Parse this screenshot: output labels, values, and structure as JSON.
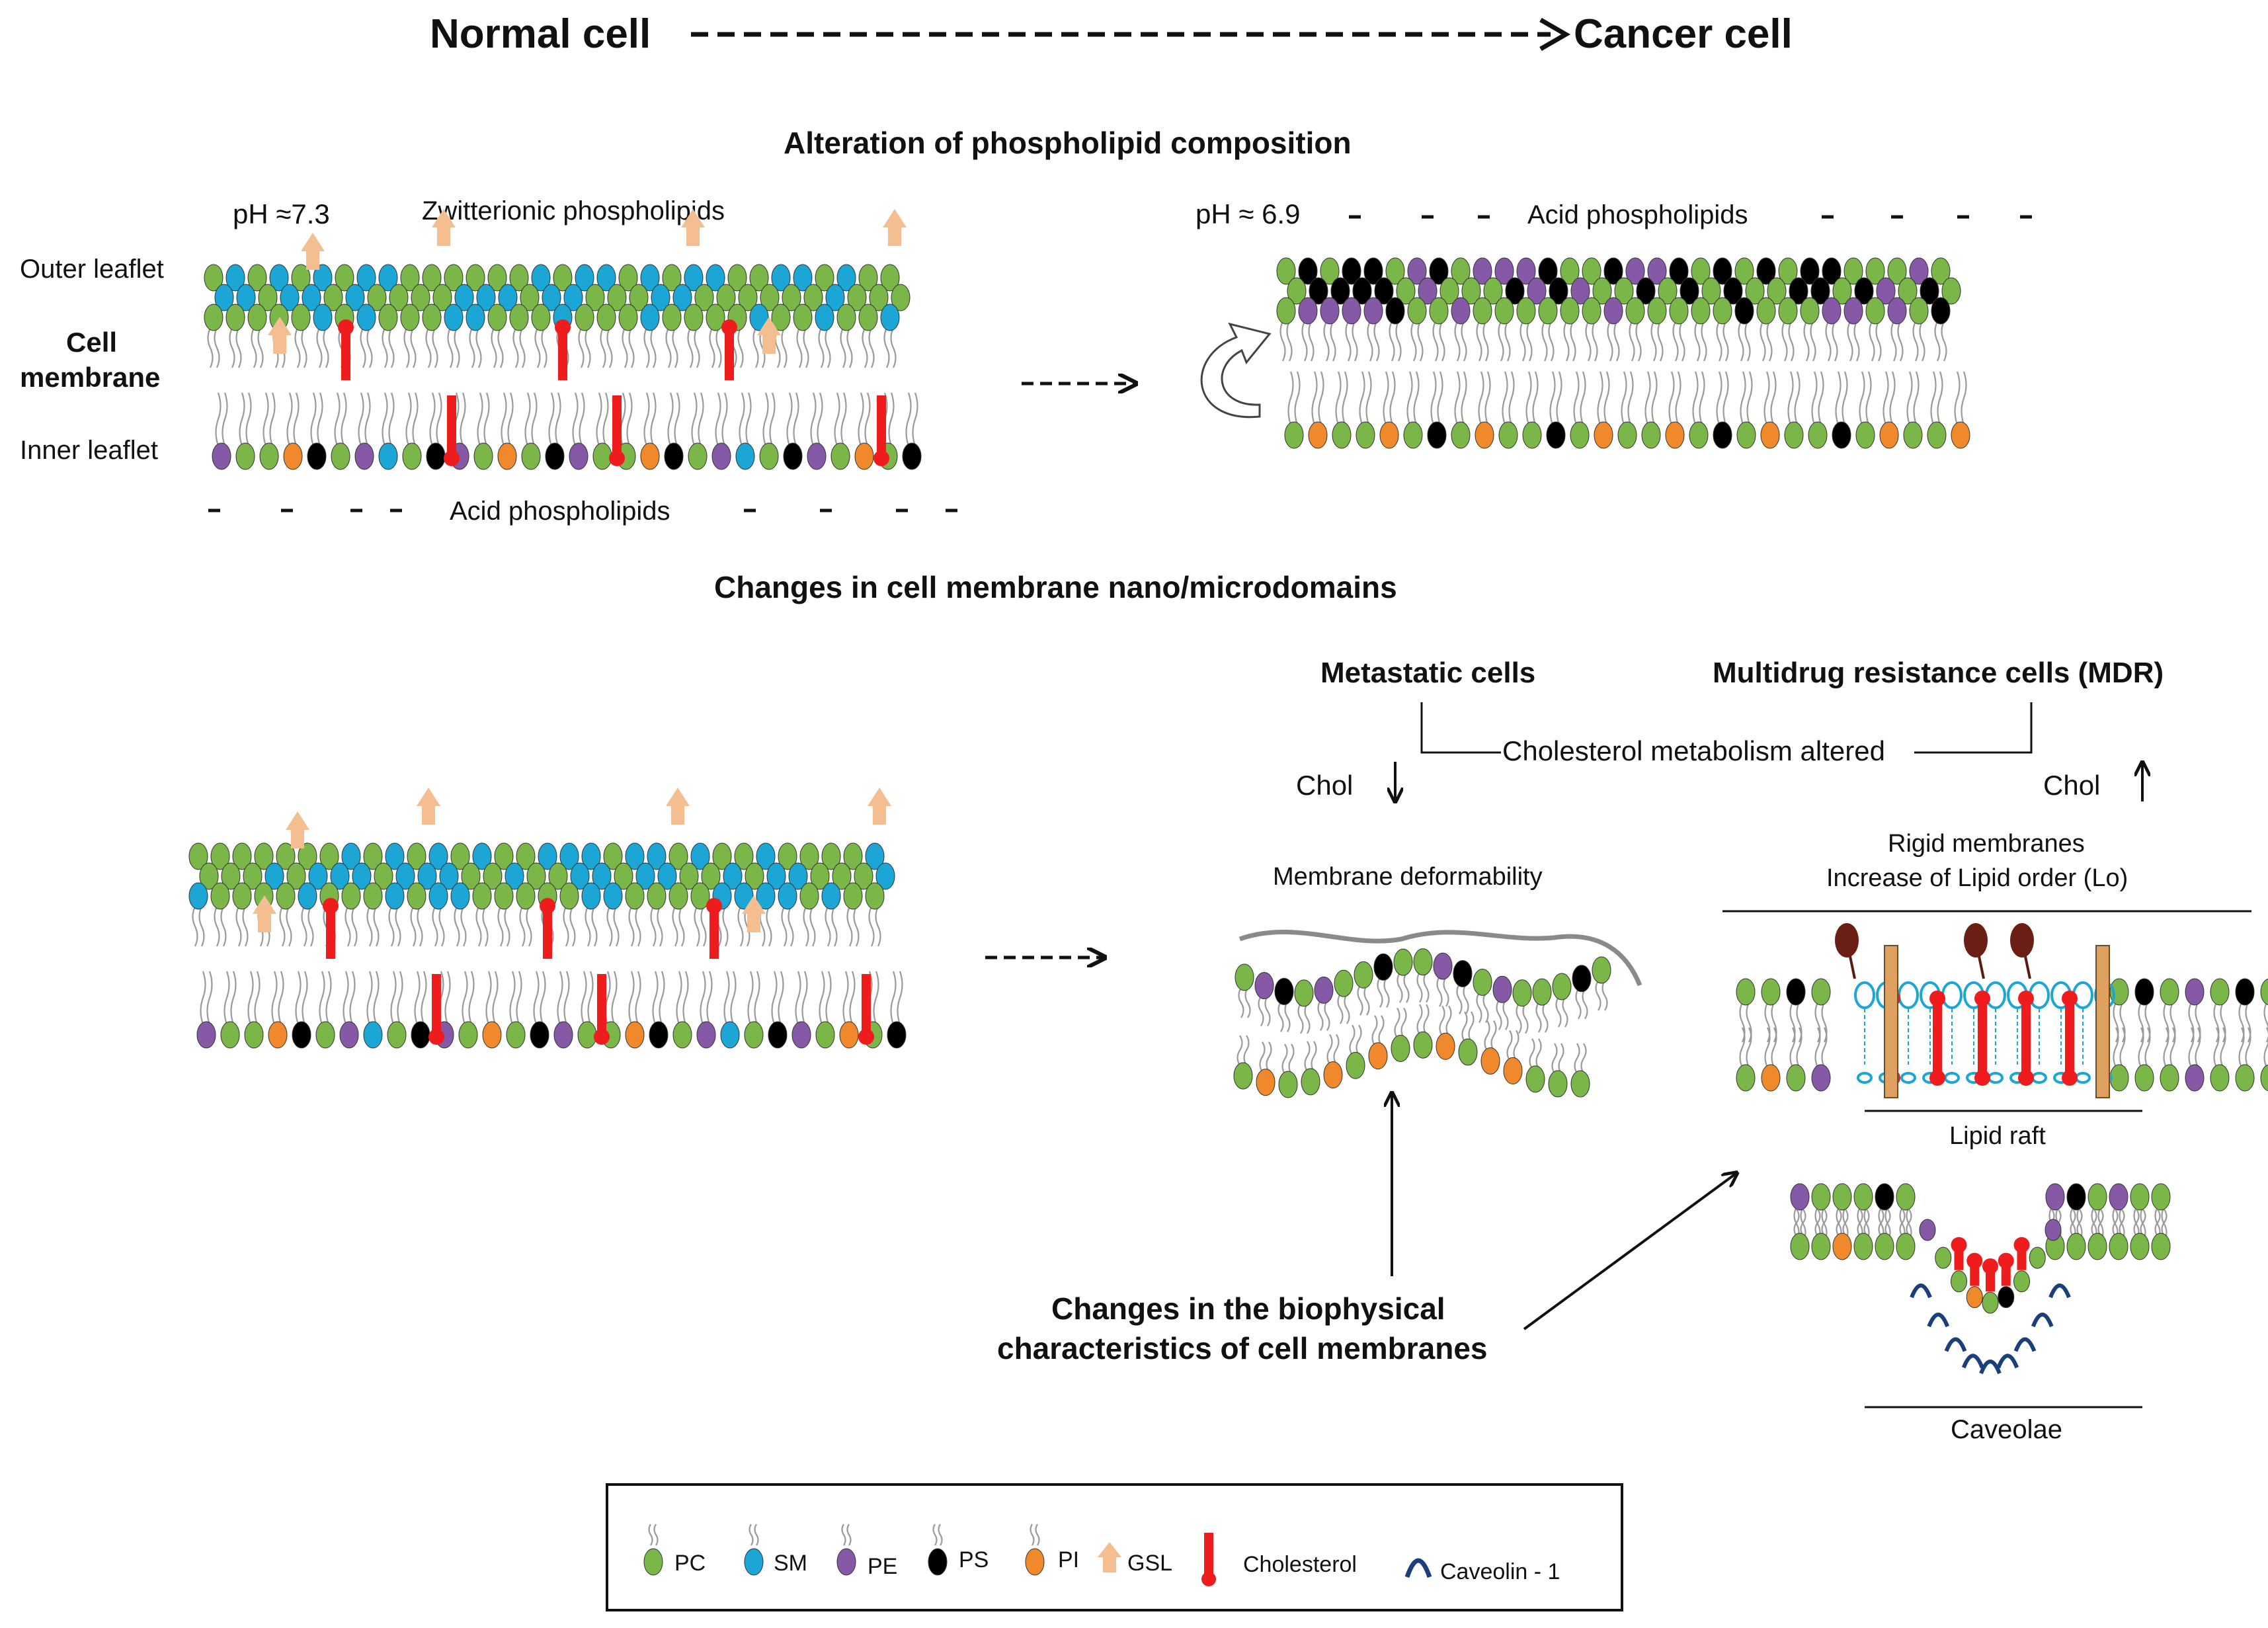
{
  "header": {
    "normal_cell": "Normal cell",
    "arrow": "-----------------------------›",
    "cancer_cell": "Cancer cell"
  },
  "section1": {
    "title": "Alteration of phospholipid composition",
    "left": {
      "ph": "pH ≈7.3",
      "zwitterionic": "Zwitterionic phospholipids",
      "outer_leaflet": "Outer leaflet",
      "cell": "Cell",
      "membrane": "membrane",
      "inner_leaflet": "Inner leaflet",
      "acid": "Acid phospholipids"
    },
    "right": {
      "ph": "pH ≈ 6.9",
      "acid": "Acid phospholipids"
    }
  },
  "section2": {
    "title": "Changes in cell membrane nano/microdomains",
    "metastatic": "Metastatic cells",
    "mdr": "Multidrug resistance  cells (MDR)",
    "chol_metabolism": "Cholesterol  metabolism altered",
    "chol_down": "Chol",
    "chol_up": "Chol",
    "deformability": "Membrane deformability",
    "rigid1": "Rigid membranes",
    "rigid2": "Increase of Lipid order (Lo)",
    "lipid_raft": "Lipid raft",
    "caveolae": "Caveolae",
    "biophys1": "Changes  in the biophysical",
    "biophys2": "characteristics  of cell membranes"
  },
  "legend": {
    "items": [
      {
        "label": "PC",
        "color": "#7ab648"
      },
      {
        "label": "SM",
        "color": "#1ba6d6"
      },
      {
        "label": "PE",
        "color": "#8559a5"
      },
      {
        "label": "PS",
        "color": "#000000"
      },
      {
        "label": "PI",
        "color": "#f0892c"
      },
      {
        "label": "GSL",
        "color": "#f5be91"
      },
      {
        "label": "Cholesterol",
        "color": "#ee1c1c"
      },
      {
        "label": "Caveolin - 1",
        "color": "#1a3f7a"
      }
    ]
  },
  "colors": {
    "PC": "#7ab648",
    "SM": "#1ba6d6",
    "PE": "#8559a5",
    "PS": "#000000",
    "PI": "#f0892c",
    "GSL": "#f5be91",
    "Cholesterol": "#ee1c1c",
    "Caveolin": "#1a3f7a"
  }
}
